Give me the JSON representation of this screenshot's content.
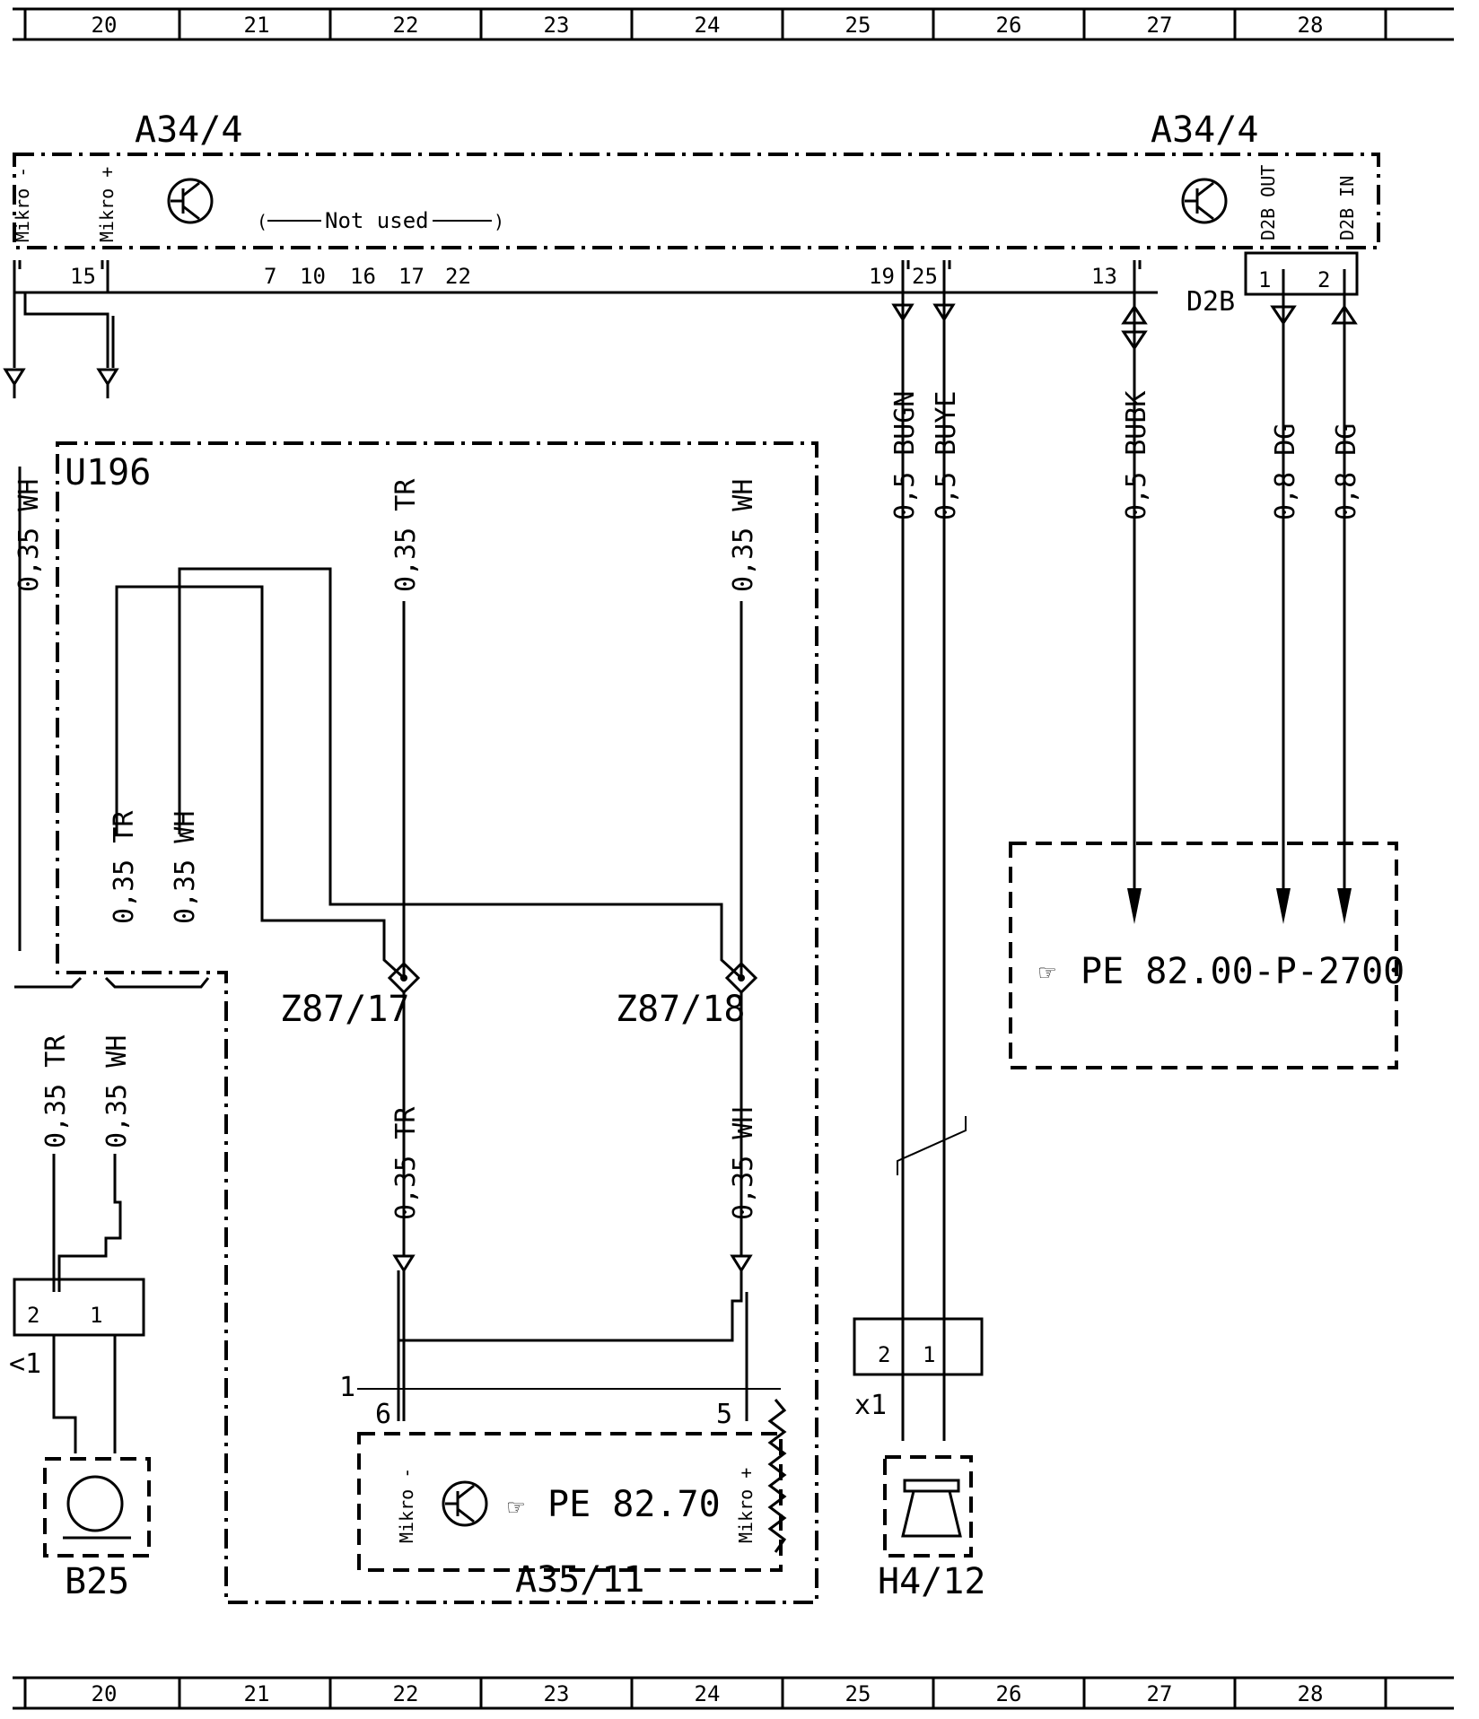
{
  "ruler": {
    "columns": [
      "20",
      "21",
      "22",
      "23",
      "24",
      "25",
      "26",
      "27",
      "28"
    ]
  },
  "components": {
    "a34_left": "A34/4",
    "a34_right": "A34/4",
    "u196": "U196",
    "z87_17": "Z87/17",
    "z87_18": "Z87/18",
    "a35_11": "A35/11",
    "b25": "B25",
    "h4_12": "H4/12",
    "x1_right": "x1",
    "x1_left": "<1",
    "d2b": "D2B"
  },
  "a34_pins": {
    "mikro_minus": "Mikro -",
    "mikro_plus": "Mikro +",
    "not_used": "Not used",
    "d2b_out": "D2B OUT",
    "d2b_in": "D2B IN",
    "p15": "15",
    "p7": "7",
    "p10": "10",
    "p16": "16",
    "p17": "17",
    "p22": "22",
    "p19": "19",
    "p25": "25",
    "p13": "13",
    "d2b_1": "1",
    "d2b_2": "2"
  },
  "wires": {
    "w_left_wh": "0,35 WH",
    "w_tr_top": "0,35 TR",
    "w_wh_top": "0,35 WH",
    "w_tr_inner": "0,35 TR",
    "w_wh_inner": "0,35 WH",
    "w_tr_b25": "0,35 TR",
    "w_wh_b25": "0,35 WH",
    "w_tr_lower": "0,35 TR",
    "w_wh_lower": "0,35 WH",
    "w_bugn": "0,5 BUGN",
    "w_buye": "0,5 BUYE",
    "w_bubk": "0,5 BUBK",
    "w_dg1": "0,8 DG",
    "w_dg2": "0,8 DG"
  },
  "a35": {
    "mikro_minus": "Mikro -",
    "mikro_plus": "Mikro +",
    "ref": "PE 82.70",
    "pin6": "6",
    "pin5": "5",
    "pin1": "1"
  },
  "ref_box": {
    "ref": "PE 82.00-P-2700"
  },
  "x1_pins": {
    "p2": "2",
    "p1": "1"
  },
  "x1l_pins": {
    "p2": "2",
    "p1": "1"
  }
}
